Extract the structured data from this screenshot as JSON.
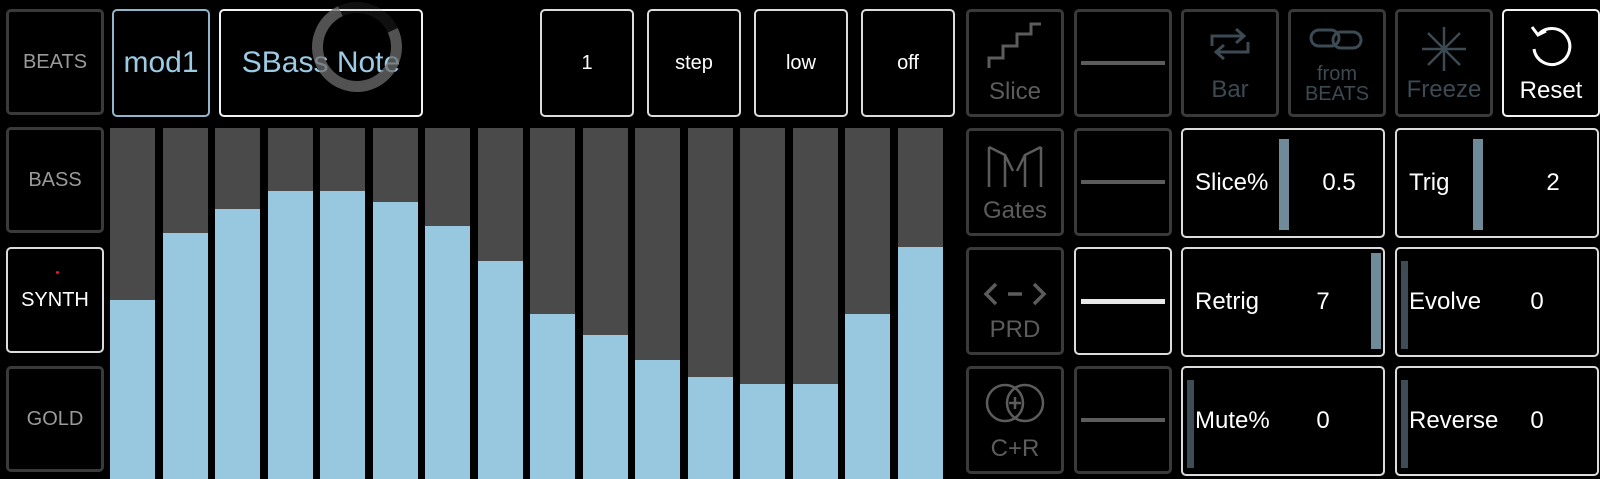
{
  "left_nav": {
    "items": [
      {
        "label": "BEATS",
        "active": false
      },
      {
        "label": "BASS",
        "active": false
      },
      {
        "label": "SYNTH",
        "active": true
      },
      {
        "label": "GOLD",
        "active": false
      }
    ]
  },
  "header": {
    "mod_label": "mod1",
    "patch_label": "SBass Note",
    "params": [
      "1",
      "step",
      "low",
      "off"
    ]
  },
  "step_sequencer": {
    "steps": [
      0.51,
      0.7,
      0.77,
      0.82,
      0.82,
      0.79,
      0.72,
      0.62,
      0.47,
      0.41,
      0.34,
      0.29,
      0.27,
      0.27,
      0.47,
      0.66
    ]
  },
  "modes": [
    {
      "label": "Slice",
      "icon": "stairs-icon",
      "line_active": false
    },
    {
      "label": "Gates",
      "icon": "gates-icon",
      "line_active": false
    },
    {
      "label": "PRD",
      "icon": "arrows-icon",
      "line_active": true
    },
    {
      "label": "C+R",
      "icon": "overlap-circles-icon",
      "line_active": false
    }
  ],
  "top_actions": {
    "bar": {
      "label": "Bar",
      "icon": "repeat-icon"
    },
    "from_beats": {
      "label_line1": "from",
      "label_line2": "BEATS",
      "icon": "link-icon"
    },
    "freeze": {
      "label": "Freeze",
      "icon": "snowflake-icon"
    },
    "reset": {
      "label": "Reset",
      "icon": "reset-icon"
    }
  },
  "sliders": [
    {
      "name": "Slice%",
      "value": "0.5",
      "level": 0.95
    },
    {
      "name": "Trig",
      "value": "2",
      "level": 0.95
    },
    {
      "name": "Retrig",
      "value": "7",
      "level": 1.0
    },
    {
      "name": "Evolve",
      "value": "0",
      "level": 0.0
    },
    {
      "name": "Mute%",
      "value": "0",
      "level": 0.0
    },
    {
      "name": "Reverse",
      "value": "0",
      "level": 0.0
    }
  ],
  "colors": {
    "bar_fill": "#98c8e0",
    "bar_bg": "#4a4a4a",
    "accent_blue": "#9ccbe3",
    "slider_thumb": "#6f8a98"
  }
}
